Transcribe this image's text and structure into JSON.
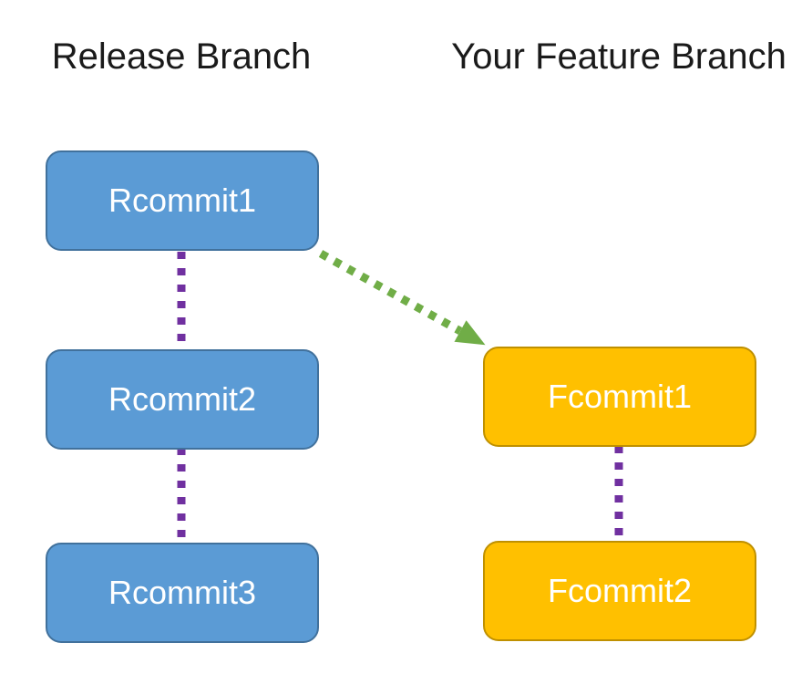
{
  "diagram": {
    "columns": [
      {
        "title": "Release Branch",
        "commits": [
          "Rcommit1",
          "Rcommit2",
          "Rcommit3"
        ]
      },
      {
        "title": "Your Feature Branch",
        "commits": [
          "Fcommit1",
          "Fcommit2"
        ]
      }
    ],
    "connectors": [
      {
        "from": "Rcommit1",
        "to": "Rcommit2",
        "style": "square-dashed",
        "color": "#7030A0"
      },
      {
        "from": "Rcommit2",
        "to": "Rcommit3",
        "style": "square-dashed",
        "color": "#7030A0"
      },
      {
        "from": "Fcommit1",
        "to": "Fcommit2",
        "style": "square-dashed",
        "color": "#7030A0"
      },
      {
        "from": "Rcommit1",
        "to": "Fcommit1",
        "style": "square-dashed-arrow",
        "color": "#70AD47"
      }
    ]
  },
  "colors": {
    "release_fill": "#5B9BD5",
    "release_border": "#41719C",
    "feature_fill": "#FFC000",
    "feature_border": "#BF9000",
    "connector_purple": "#7030A0",
    "arrow_green": "#70AD47",
    "node_text": "#FFFFFF",
    "title_text": "#1A1A1A",
    "background": "#FFFFFF"
  }
}
